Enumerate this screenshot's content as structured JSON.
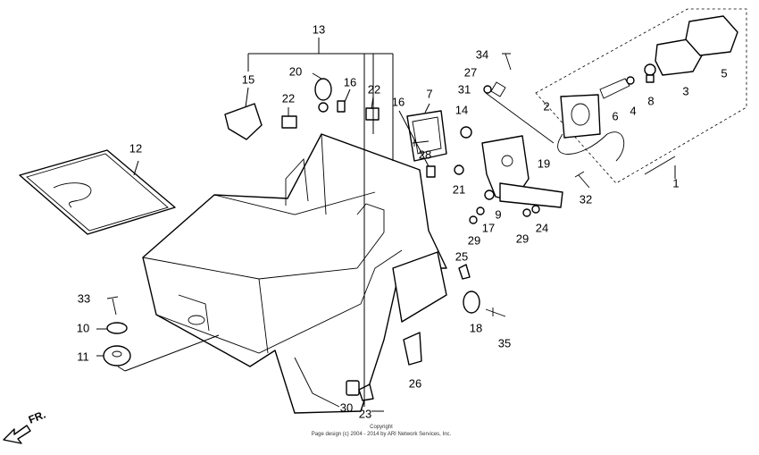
{
  "diagram": {
    "callouts": [
      "1",
      "2",
      "3",
      "4",
      "5",
      "6",
      "7",
      "8",
      "9",
      "10",
      "11",
      "12",
      "13",
      "14",
      "15",
      "16",
      "16",
      "17",
      "18",
      "19",
      "20",
      "21",
      "22",
      "22",
      "23",
      "24",
      "25",
      "26",
      "27",
      "28",
      "29",
      "29",
      "30",
      "31",
      "32",
      "33",
      "34",
      "35"
    ],
    "direction_label": "FR.",
    "copyright_line1": "Copyright",
    "copyright_line2": "Page design (c) 2004 - 2014 by ARI Network Services, Inc."
  }
}
